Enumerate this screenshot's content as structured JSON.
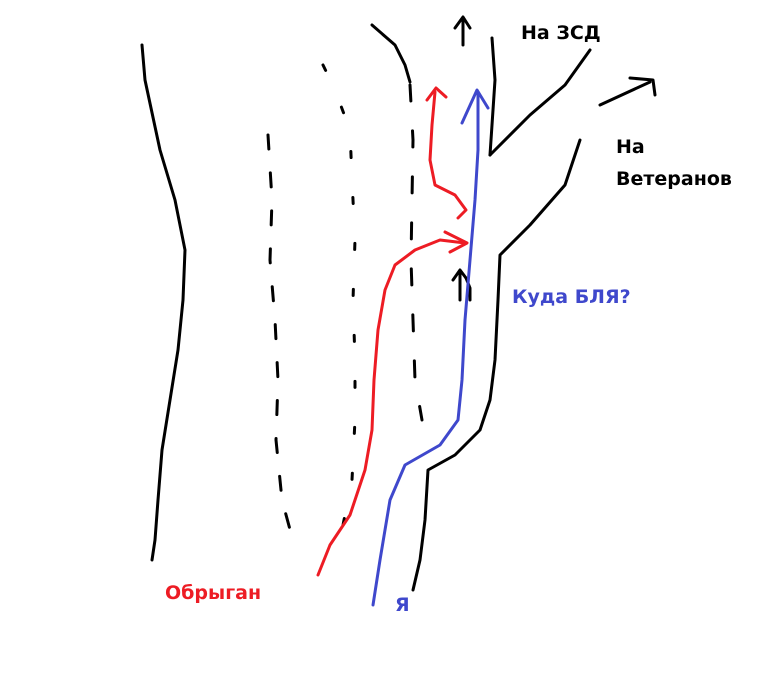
{
  "labels": {
    "to_zsd": "На ЗСД",
    "to_veteranov_1": "На",
    "to_veteranov_2": "Ветеранов",
    "where": "Куда БЛЯ?",
    "other_driver": "Обрыган",
    "me": "Я"
  },
  "colors": {
    "road": "#000000",
    "other_path": "#ed1c24",
    "my_path": "#3f48cc"
  }
}
